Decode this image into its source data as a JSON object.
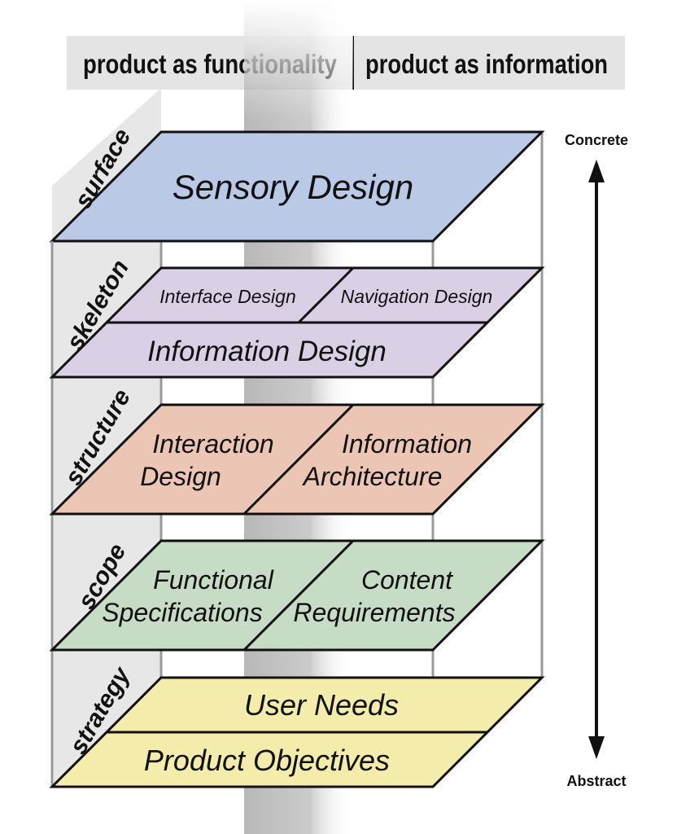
{
  "header": {
    "left": "product as functionality",
    "right": "product as information"
  },
  "axis": {
    "top": "Concrete",
    "bottom": "Abstract"
  },
  "planes": [
    {
      "name": "surface",
      "labels": [
        "Sensory Design"
      ]
    },
    {
      "name": "skeleton",
      "labels": [
        "Interface Design",
        "Navigation Design",
        "Information Design"
      ]
    },
    {
      "name": "structure",
      "labels": [
        "Interaction",
        "Design",
        "Information",
        "Architecture"
      ]
    },
    {
      "name": "scope",
      "labels": [
        "Functional",
        "Specifications",
        "Content",
        "Requirements"
      ]
    },
    {
      "name": "strategy",
      "labels": [
        "User Needs",
        "Product Objectives"
      ]
    }
  ],
  "colors": {
    "surface": "#b9c9e6",
    "skeleton": "#d9d0e6",
    "structure": "#ecc6b4",
    "scope": "#c6dcc4",
    "strategy": "#f3ecaa",
    "header_bg": "#e4e4e4",
    "side_bg": "#e4e4e4",
    "band": "#9c9c9c"
  }
}
